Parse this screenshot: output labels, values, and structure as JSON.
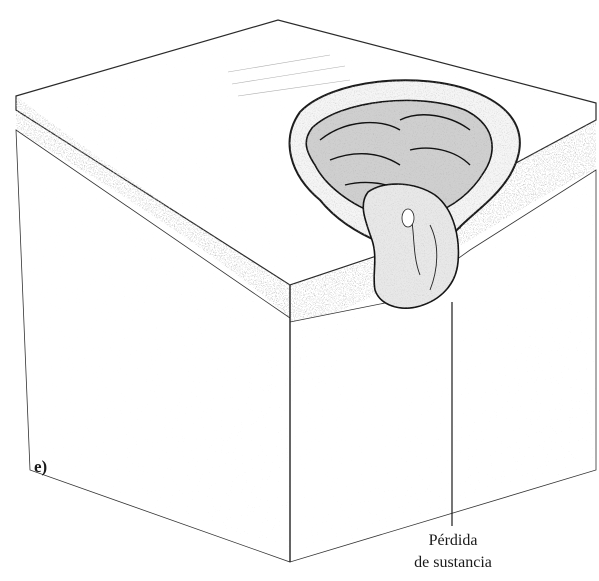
{
  "figure": {
    "panel_label": "e)",
    "callout": {
      "line1": "Pérdida",
      "line2": "de sustancia"
    }
  },
  "colors": {
    "ink": "#1a1a1a",
    "paper": "#ffffff"
  }
}
